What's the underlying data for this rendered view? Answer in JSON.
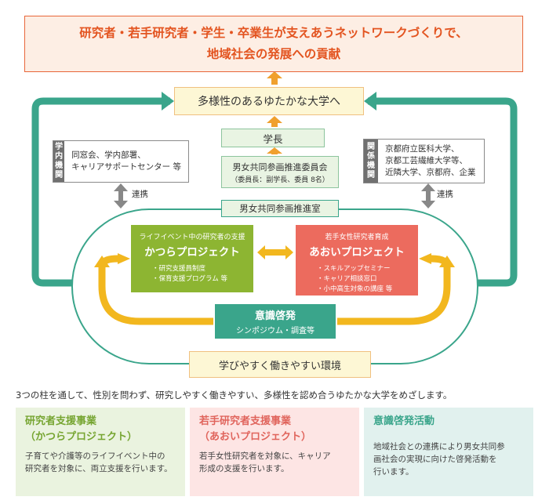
{
  "banner": {
    "lines": [
      "研究者・若手研究者・学生・卒業生が支えあうネットワークづくりで、",
      "地域社会の発展への貢献"
    ]
  },
  "goal": "多様性のあるゆたかな大学へ",
  "president": "学長",
  "committee": {
    "title": "男女共同参画推進委員会",
    "members": "（委員長：副学長、委員 8名）"
  },
  "office": "男女共同参画推進室",
  "inner_institutions": {
    "tab": [
      "学",
      "内",
      "機",
      "関"
    ],
    "lines": [
      "同窓会、学内部署、",
      "キャリアサポートセンター 等"
    ]
  },
  "related_institutions": {
    "tab": [
      "関",
      "係",
      "機",
      "関"
    ],
    "lines": [
      "京都府立医科大学、",
      "京都工芸繊維大学等、",
      "近隣大学、京都府、企業"
    ]
  },
  "renkei": "連携",
  "katsura": {
    "subtitle": "ライフイベント中の研究者の支援",
    "title": "かつらプロジェクト",
    "items": [
      "・研究支援員制度",
      "・保育支援プログラム 等"
    ]
  },
  "aoi": {
    "subtitle": "若手女性研究者育成",
    "title": "あおいプロジェクト",
    "items": [
      "・スキルアップセミナー",
      "・キャリア相談窓口",
      "・小中高生対象の講座 等"
    ]
  },
  "ishiki": {
    "title": "意識啓発",
    "subtitle": "シンポジウム・調査等"
  },
  "environment": "学びやすく働きやすい環境",
  "caption": "3つの柱を通して、性別を問わず、研究しやすく働きやすい、多様性を認め合うゆたかな大学をめざします。",
  "panels": [
    {
      "title_lines": [
        "研究者支援事業",
        "（かつらプロジェクト）"
      ],
      "body_lines": [
        "子育てや介護等のライフイベント中の",
        "研究者を対象に、両立支援を行います。"
      ]
    },
    {
      "title_lines": [
        "若手研究者支援事業",
        "（あおいプロジェクト）"
      ],
      "body_lines": [
        "若手女性研究者を対象に、キャリア",
        "形成の支援を行います。"
      ]
    },
    {
      "title_lines": [
        "意識啓発活動"
      ],
      "body_lines": [
        "地域社会との連携により男女共同参",
        "画社会の実現に向けた啓発活動を",
        "行います。"
      ]
    }
  ],
  "colors": {
    "banner_text": "#e35420",
    "outer_frame": "#3aa58b",
    "up_arrows": "#f0a02e",
    "cycle_arrows": "#f2b71e",
    "renkei_arrows": "#888888",
    "katsura_card": "#8db532",
    "aoi_card": "#ec6b5e",
    "ishiki_card": "#3aa58b"
  }
}
